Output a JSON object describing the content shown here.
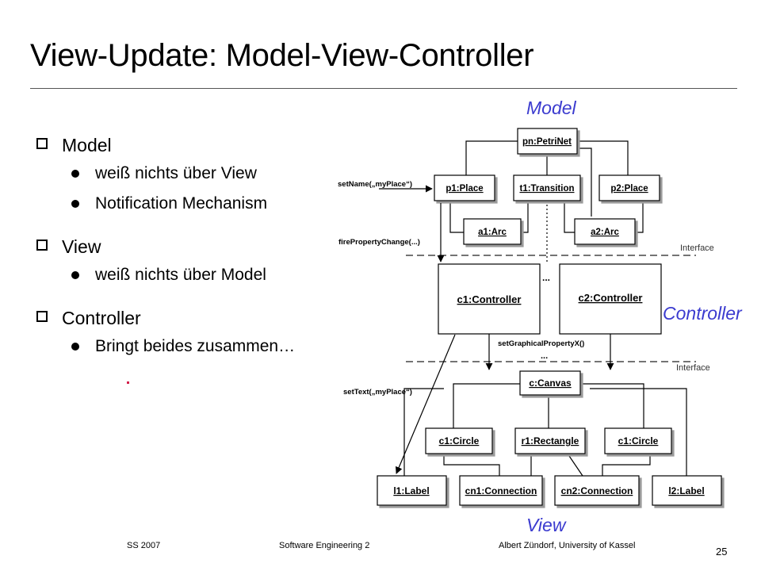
{
  "slide": {
    "title": "View-Update: Model-View-Controller",
    "bullets": [
      {
        "label": "Model",
        "subitems": [
          "weiß nichts über View",
          "Notification Mechanism"
        ]
      },
      {
        "label": "View",
        "subitems": [
          "weiß nichts über Model"
        ]
      },
      {
        "label": "Controller",
        "subitems": [
          "Bringt beides zusammen…"
        ]
      }
    ],
    "footer": {
      "semester": "SS 2007",
      "course": "Software Engineering 2",
      "author": "Albert Zündorf, University of Kassel",
      "page": "25"
    }
  },
  "diagram": {
    "section_labels": {
      "model": "Model",
      "controller": "Controller",
      "view": "View"
    },
    "interface_labels": [
      "Interface",
      "Interface"
    ],
    "model_objects": {
      "petrinet": "pn:PetriNet",
      "place1": "p1:Place",
      "transition": "t1:Transition",
      "place2": "p2:Place",
      "arc1": "a1:Arc",
      "arc2": "a2:Arc"
    },
    "controllers": {
      "c1": "c1:Controller",
      "c2": "c2:Controller",
      "ellipsis": "..."
    },
    "view_objects": {
      "canvas": "c:Canvas",
      "circle1": "c1:Circle",
      "rectangle": "r1:Rectangle",
      "circle2": "c1:Circle",
      "label1": "l1:Label",
      "connection1": "cn1:Connection",
      "connection2": "cn2:Connection",
      "label2": "l2:Label"
    },
    "messages": {
      "set_name": "setName(„myPlace“)",
      "fire_property_change": "firePropertyChange(...)",
      "set_graphical_property": "setGraphicalPropertyX()",
      "ellipsis": "...",
      "set_text": "setText(„myPlace“)"
    },
    "colors": {
      "section_label": "#3b3bcf",
      "accent_dot": "#d21f4a"
    }
  }
}
